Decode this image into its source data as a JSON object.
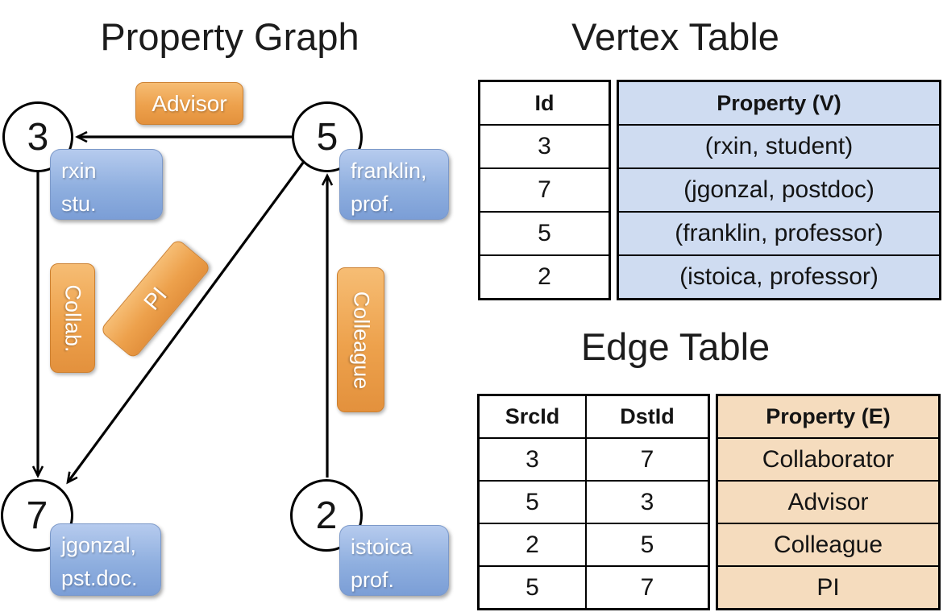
{
  "graph": {
    "title": "Property Graph",
    "nodes": [
      {
        "id": "3"
      },
      {
        "id": "5"
      },
      {
        "id": "7"
      },
      {
        "id": "2"
      }
    ],
    "node_labels": [
      {
        "line1": "rxin",
        "line2": "stu."
      },
      {
        "line1": "franklin,",
        "line2": "prof."
      },
      {
        "line1": "jgonzal,",
        "line2": "pst.doc."
      },
      {
        "line1": "istoica",
        "line2": "prof."
      }
    ],
    "edge_labels": {
      "advisor": "Advisor",
      "collab": "Collab.",
      "pi": "PI",
      "colleague": "Colleague"
    }
  },
  "vertex_table": {
    "title": "Vertex Table",
    "id_header": "Id",
    "property_header": "Property (V)",
    "rows": [
      {
        "id": "3",
        "property": "(rxin, student)"
      },
      {
        "id": "7",
        "property": "(jgonzal, postdoc)"
      },
      {
        "id": "5",
        "property": "(franklin, professor)"
      },
      {
        "id": "2",
        "property": "(istoica, professor)"
      }
    ]
  },
  "edge_table": {
    "title": "Edge Table",
    "src_header": "SrcId",
    "dst_header": "DstId",
    "property_header": "Property (E)",
    "rows": [
      {
        "src": "3",
        "dst": "7",
        "property": "Collaborator"
      },
      {
        "src": "5",
        "dst": "3",
        "property": "Advisor"
      },
      {
        "src": "2",
        "dst": "5",
        "property": "Colleague"
      },
      {
        "src": "5",
        "dst": "7",
        "property": "PI"
      }
    ]
  },
  "colors": {
    "edge_label_orange": "#eda14c",
    "vertex_label_blue": "#8fafdf",
    "vertex_table_fill": "#cfdcf1",
    "edge_table_fill": "#f5dcbe",
    "line_black": "#000000"
  }
}
